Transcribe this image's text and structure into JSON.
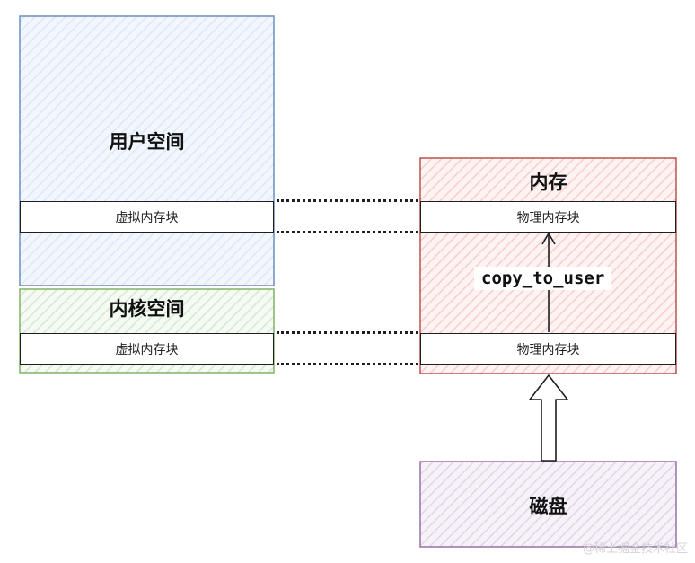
{
  "user_space": {
    "title": "用户空间",
    "block_label": "虚拟内存块",
    "color": "#6c8ebf",
    "fill": "#dae8fc"
  },
  "kernel_space": {
    "title": "内核空间",
    "block_label": "虚拟内存块",
    "color": "#82b366",
    "fill": "#d5e8d4"
  },
  "memory": {
    "title": "内存",
    "block_top_label": "物理内存块",
    "block_bottom_label": "物理内存块",
    "color": "#b85450",
    "fill": "#f8cecc"
  },
  "copy_label": "copy_to_user",
  "disk": {
    "title": "磁盘",
    "color": "#9673a6",
    "fill": "#e1d5e7"
  },
  "watermark": "@稀土掘金技术社区"
}
